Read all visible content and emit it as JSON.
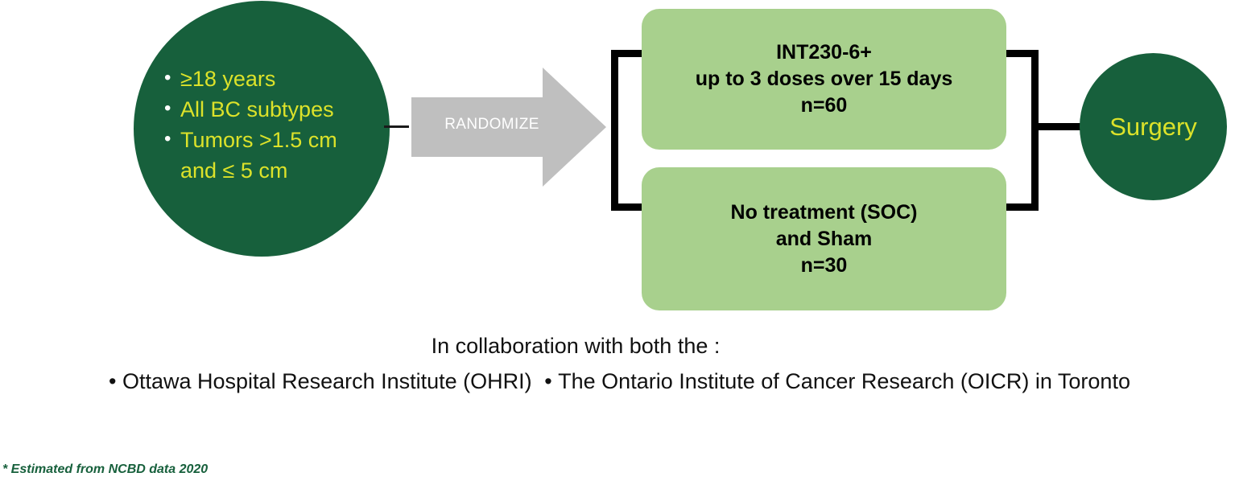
{
  "eligibility": {
    "criteria": [
      "≥18 years",
      "All BC subtypes",
      "Tumors >1.5 cm\nand ≤ 5 cm"
    ]
  },
  "randomize": {
    "label": "RANDOMIZE"
  },
  "arms": [
    {
      "name": "intervention-arm",
      "lines": [
        "INT230-6+",
        "up to 3 doses over 15 days",
        "n=60"
      ]
    },
    {
      "name": "control-arm",
      "lines": [
        "No treatment (SOC)",
        "and Sham",
        "n=30"
      ]
    }
  ],
  "endpoint": {
    "label": "Surgery"
  },
  "collaboration": {
    "intro": "In collaboration with both the :",
    "partners": [
      "Ottawa Hospital Research Institute (OHRI)",
      "The Ontario Institute of Cancer Research (OICR) in Toronto"
    ]
  },
  "footnote": {
    "text": "* Estimated from NCBD data 2020"
  },
  "colors": {
    "dark_green": "#17603C",
    "light_green": "#A8D08D",
    "yellow": "#DCE22A",
    "arrow_gray": "#BFBFBF",
    "connector_black": "#000000"
  }
}
